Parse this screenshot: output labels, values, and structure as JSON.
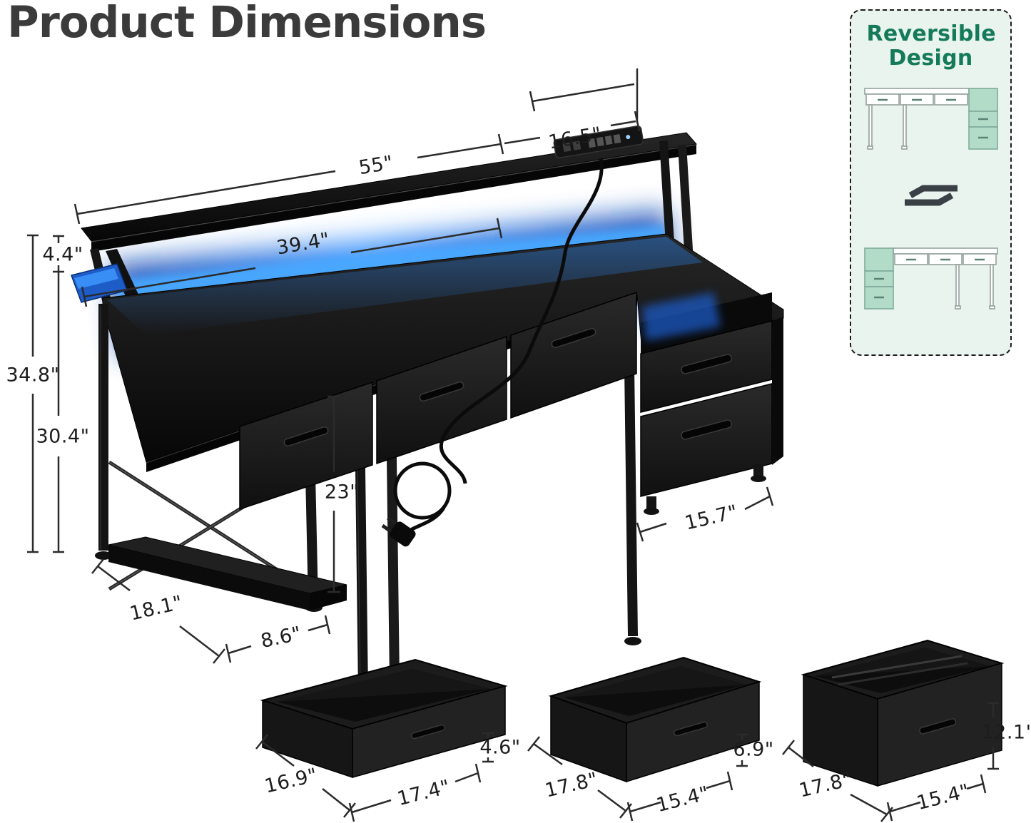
{
  "title": "Product Dimensions",
  "colors": {
    "led_blue": "#3f9bff",
    "panel_background": "#eaf4ef",
    "panel_green": "#147a59",
    "dimension_line": "#2b2b2b",
    "title_gray": "#3b3b3b"
  },
  "desk": {
    "dims": {
      "shelf_total_width": "55\"",
      "shelf_right_extension": "16.5\"",
      "main_desk_width": "39.4\"",
      "riser_height": "4.4\"",
      "total_height": "34.8\"",
      "desktop_height": "30.4\"",
      "under_desk_clearance": "23\"",
      "side_depth": "18.1\"",
      "bottom_shelf_width": "8.6\"",
      "file_cabinet_width": "15.7\""
    }
  },
  "reversible_panel": {
    "title": "Reversible Design"
  },
  "drawer_details": [
    {
      "id": "small-drawer",
      "depth": "16.9\"",
      "width": "17.4\"",
      "height": "4.6\""
    },
    {
      "id": "medium-drawer",
      "depth": "17.8\"",
      "width": "15.4\"",
      "height": "6.9\""
    },
    {
      "id": "file-drawer",
      "depth": "17.8\"",
      "width": "15.4\"",
      "height": "12.1\""
    }
  ]
}
